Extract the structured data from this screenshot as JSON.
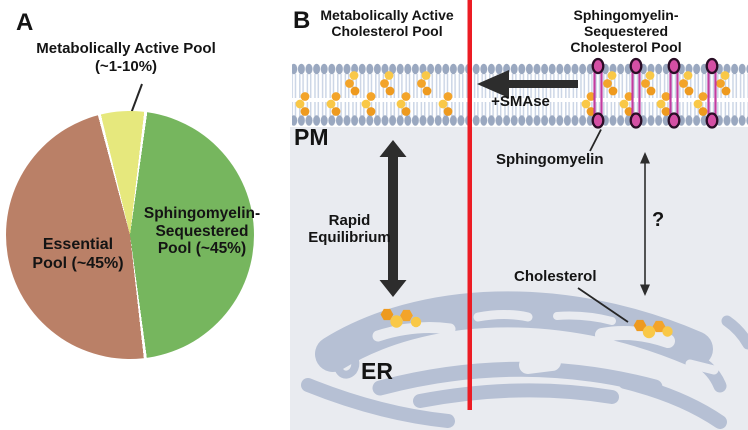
{
  "figure": {
    "panelA": {
      "panel_label": "A",
      "callout_title_line1": "Metabolically Active Pool",
      "callout_title_line2": "(~1-10%)",
      "essential_label_line1": "Essential",
      "essential_label_line2": "Pool (~45%)",
      "sequestered_label_line1": "Sphingomyelin-",
      "sequestered_label_line2": "Sequestered",
      "sequestered_label_line3": "Pool (~45%)"
    },
    "panelB": {
      "panel_label": "B",
      "left_title_line1": "Metabolically Active",
      "left_title_line2": "Cholesterol Pool",
      "right_title_line1": "Sphingomyelin-Sequestered",
      "right_title_line2": "Cholesterol Pool",
      "pm_label": "PM",
      "er_label": "ER",
      "smase_label": "+SMAse",
      "rapid_eq_line1": "Rapid",
      "rapid_eq_line2": "Equilibrium",
      "sphingomyelin_label": "Sphingomyelin",
      "cholesterol_label": "Cholesterol",
      "question_label": "?"
    }
  },
  "colors": {
    "pie_active_yellow": "#e6e87d",
    "pie_sequestered_green": "#76b65e",
    "pie_essential_brown": "#ba8067",
    "divider_red": "#ec1c24",
    "membrane_head": "#9aa8c0",
    "membrane_tail": "#ccd6e6",
    "er_fill": "#b6c0d4",
    "cytoplasm": "#e9ebf0",
    "white": "#ffffff",
    "sphingomyelin_pink": "#d44fa4",
    "sphingomyelin_tail": "#c23ba0",
    "sphingomyelin_outline": "#2a0d26",
    "cholesterol_orange": "#f3a42a",
    "cholesterol_orange_dark": "#ee9a1f",
    "cholesterol_yellow": "#f9c847",
    "arrow_black": "#2d2d2d",
    "pointer_line": "#262626"
  },
  "chart_data": {
    "type": "pie",
    "title": "",
    "start_angle_deg": -15,
    "separator_color": "#ffffff",
    "slices": [
      {
        "label": "Metabolically Active Pool",
        "percent_label": "~1-10%",
        "value": 6,
        "color": "#e6e87d"
      },
      {
        "label": "Sphingomyelin-Sequestered Pool",
        "percent_label": "~45%",
        "value": 46,
        "color": "#76b65e"
      },
      {
        "label": "Essential Pool",
        "percent_label": "~45%",
        "value": 48,
        "color": "#ba8067"
      }
    ],
    "legend_position": "none",
    "labels_inside_slices": true
  }
}
